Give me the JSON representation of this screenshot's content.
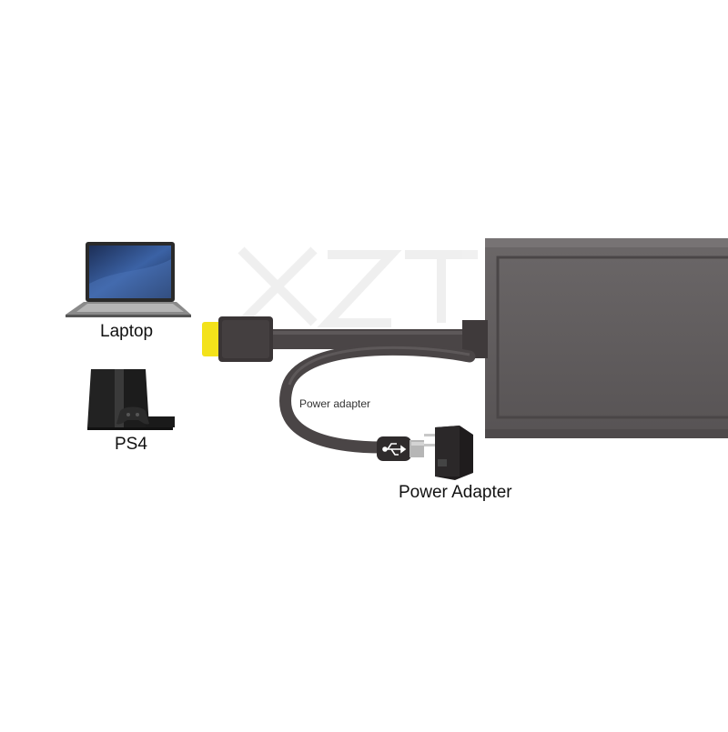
{
  "labels": {
    "laptop": "Laptop",
    "ps4": "PS4",
    "cable": "Power adapter",
    "adapter": "Power Adapter"
  },
  "watermark": "XZT",
  "colors": {
    "converter_body": "#5f5b5c",
    "cable": "#4a4546",
    "hdmi_plug": "#f3e21a",
    "background": "#ffffff"
  },
  "icons": [
    "laptop-icon",
    "ps4-console-icon",
    "ps4-controller-icon",
    "usb-icon",
    "wall-plug-icon"
  ]
}
